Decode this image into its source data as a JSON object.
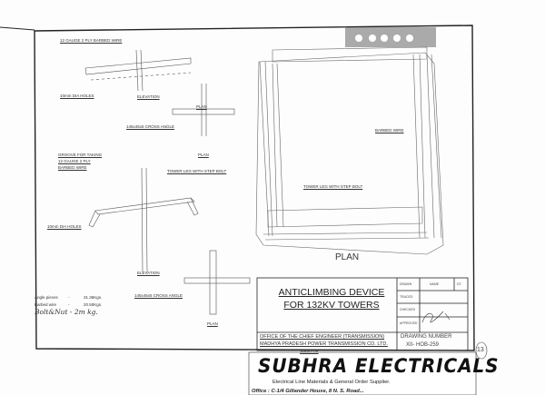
{
  "left_details": {
    "barbed_wire_label": "12 GAUGE 2 PLY BARBED WIRE",
    "holes_label_top": "10mm DIA HOLES",
    "elevation_top": "ELEVATION",
    "plan_top": "PLAN",
    "cross_angle_top": "145x45x5   CROSS ANGLE",
    "groove_label": [
      "GROOVE FOR TAKING",
      "12 GAUGE 2 PLY",
      "BARBED WIRE"
    ],
    "plan_mid": "PLAN",
    "tower_leg_label": "TOWER LEG WITH STEP BOLT",
    "holes_label_bottom": "10mm DIA HOLES",
    "elevation_bottom": "ELEVATION",
    "cross_angle_bottom": "145x45x5   CROSS ANGLE",
    "plan_bottom": "PLAN"
  },
  "weights": [
    {
      "item": "Angle pieces",
      "sep": "-",
      "value": "31.36Kgs."
    },
    {
      "item": "Barbed wire",
      "sep": "-",
      "value": "20.50Kgs."
    }
  ],
  "handwritten_note": "Bolt&Nut  -  2m kg.",
  "plan_view": {
    "barbed_wire_label": "BARBED WIRE",
    "tower_leg_label": "TOWER LEG WITH STEP BOLT",
    "plan_label": "PLAN"
  },
  "title_block": {
    "title_line1": "ANTICLIMBING DEVICE",
    "title_line2": "FOR 132KV TOWERS",
    "drawn": "DRAWN",
    "name": "NAME",
    "dt": "DT.",
    "traced": "TRACED",
    "checked": "CHECKED",
    "approved": "APPROVED",
    "office_line1": "OFFICE OF THE CHIEF ENGINEER (TRANSMISSION)",
    "office_line2": "MADHYA PRADESH POWER TRANSMISSION CO. LTD.",
    "office_line3": "JABALPUR",
    "drawing_number_label": "DRAWING NUMBER",
    "drawing_number": "XII- HOB-259"
  },
  "page_number": "13",
  "letterhead": {
    "company": "SUBHRA ELECTRICALS",
    "tagline": "Electrical Line Materials & General Order Supplier.",
    "address": "Office : C-1/4 Gillander House, 8 N. S. Road..."
  }
}
